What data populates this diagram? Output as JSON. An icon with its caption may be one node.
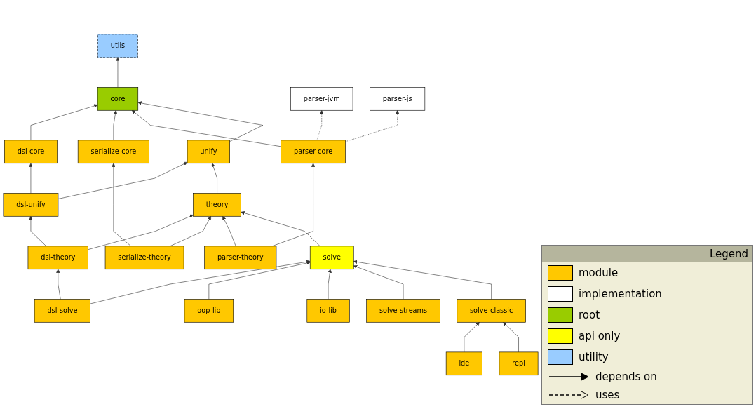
{
  "diagram": {
    "nodes": [
      {
        "text": [
          "utils"
        ]
      },
      {
        "text": [
          "dsl-core"
        ]
      },
      {
        "text": [
          "core"
        ]
      },
      {
        "text": [
          "serialize-core"
        ]
      },
      {
        "text": [
          "parser-core"
        ]
      },
      {
        "text": [
          "dsl-unify"
        ]
      },
      {
        "text": [
          "unify"
        ]
      },
      {
        "text": [
          "parser-jvm"
        ]
      },
      {
        "text": [
          "parser-js"
        ]
      },
      {
        "text": [
          "dsl-theory"
        ]
      },
      {
        "text": [
          "theory"
        ]
      },
      {
        "text": [
          "serialize-theory"
        ]
      },
      {
        "text": [
          "parser-theory"
        ]
      },
      {
        "text": [
          "dsl-solve"
        ]
      },
      {
        "text": [
          "solve"
        ]
      },
      {
        "text": [
          "oop-lib"
        ]
      },
      {
        "text": [
          "io-lib"
        ]
      },
      {
        "text": [
          "solve-streams"
        ]
      },
      {
        "text": [
          "solve-classic"
        ]
      },
      {
        "text": [
          "ide"
        ]
      },
      {
        "text": [
          "repl"
        ]
      }
    ],
    "edges": [
      {
        "from": 2,
        "to": 0,
        "arrow": "to"
      },
      {
        "from": 1,
        "to": 2,
        "arrow": "to"
      },
      {
        "from": 3,
        "to": 2,
        "arrow": "to"
      },
      {
        "from": 4,
        "to": 2,
        "arrow": "to"
      },
      {
        "from": 5,
        "to": 1,
        "arrow": "to"
      },
      {
        "from": 5,
        "to": 6,
        "arrow": "to"
      },
      {
        "from": 6,
        "to": 2,
        "arrow": "to"
      },
      {
        "from": 4,
        "to": 7,
        "arrow": "to",
        "style": "dashed"
      },
      {
        "from": 4,
        "to": 8,
        "arrow": "to",
        "style": "dashed"
      },
      {
        "from": 9,
        "to": 5,
        "arrow": "to"
      },
      {
        "from": 9,
        "to": 10,
        "arrow": "to"
      },
      {
        "from": 10,
        "to": 6,
        "arrow": "to"
      },
      {
        "from": 11,
        "to": 10,
        "arrow": "to"
      },
      {
        "from": 11,
        "to": 3,
        "arrow": "to"
      },
      {
        "from": 12,
        "to": 4,
        "arrow": "to"
      },
      {
        "from": 12,
        "to": 10,
        "arrow": "to"
      },
      {
        "from": 13,
        "to": 9,
        "arrow": "to"
      },
      {
        "from": 13,
        "to": 14,
        "arrow": "to"
      },
      {
        "from": 14,
        "to": 10,
        "arrow": "to"
      },
      {
        "from": 15,
        "to": 14,
        "arrow": "to"
      },
      {
        "from": 16,
        "to": 14,
        "arrow": "to"
      },
      {
        "from": 17,
        "to": 14,
        "arrow": "to"
      },
      {
        "from": 18,
        "to": 14,
        "arrow": "to"
      },
      {
        "from": 19,
        "to": 18,
        "arrow": "to"
      },
      {
        "from": 20,
        "to": 18,
        "arrow": "to"
      }
    ],
    "labels": [
      "Legend"
    ],
    "legend": [
      {
        "text": "module",
        "color": "#ffc800"
      },
      {
        "text": "implementation",
        "color": "#ffffff"
      },
      {
        "text": "root",
        "color": "#99cc00"
      },
      {
        "text": "api only",
        "color": "#ffff00"
      },
      {
        "text": "utility",
        "color": "#99ccff"
      },
      {
        "text": "depends on"
      },
      {
        "text": "uses"
      }
    ]
  }
}
